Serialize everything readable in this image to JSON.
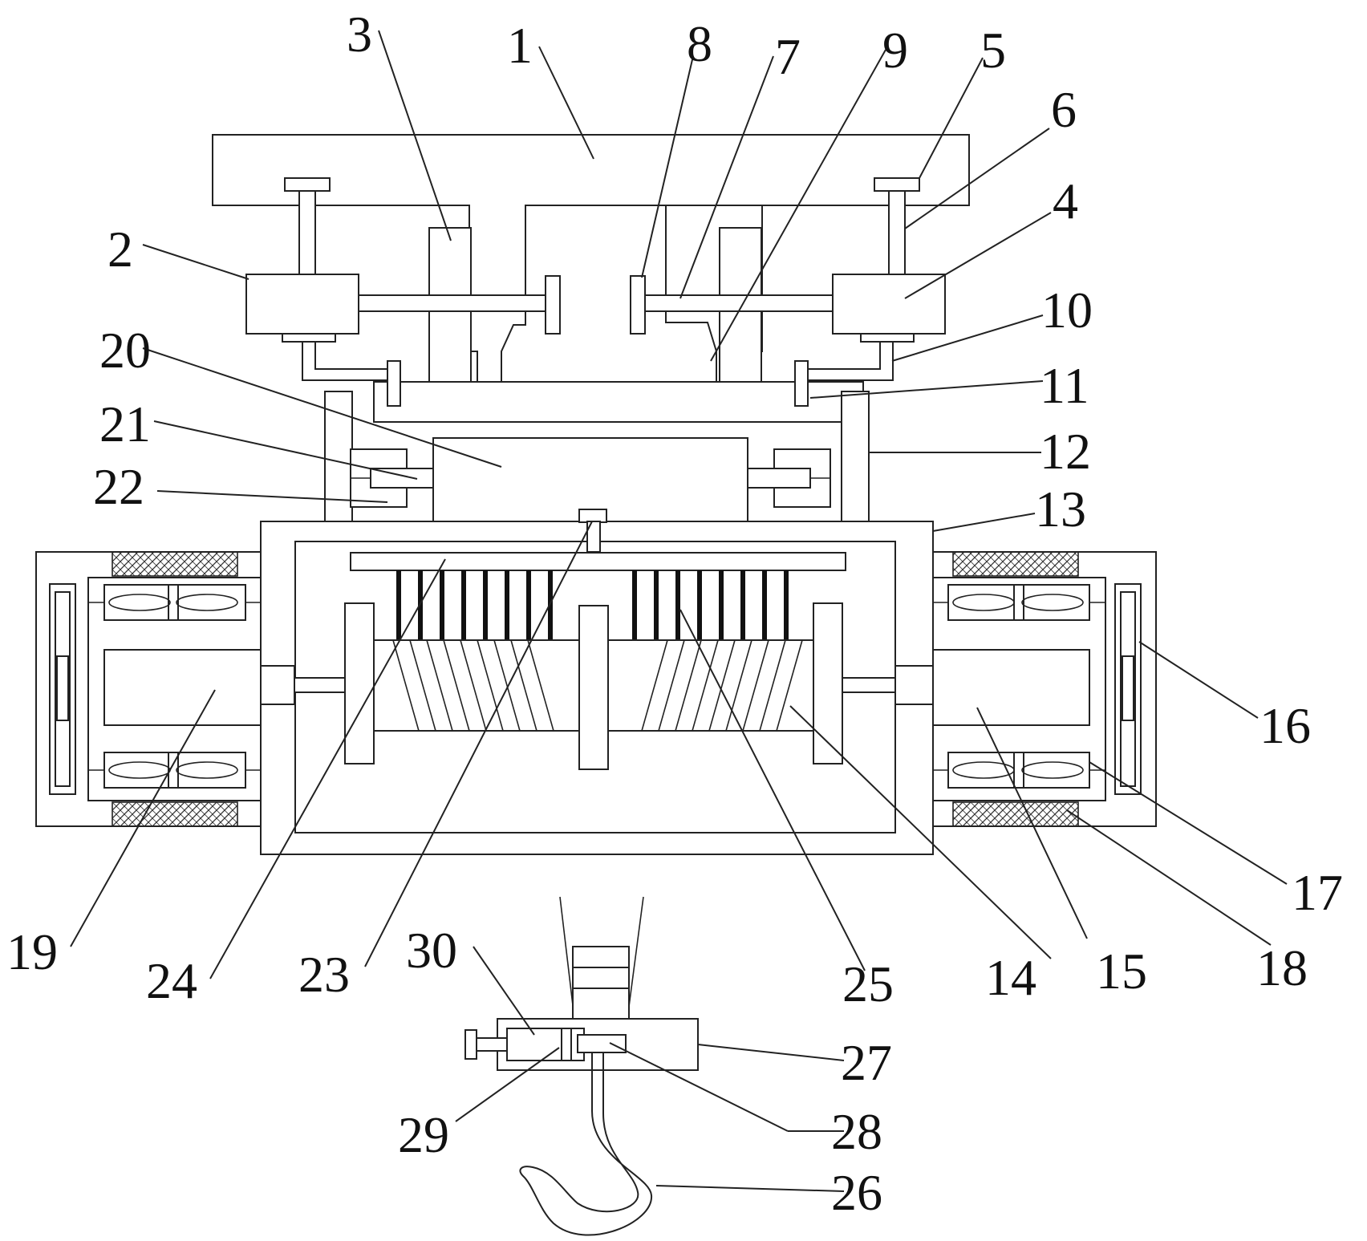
{
  "figure": {
    "labels": [
      "1",
      "2",
      "3",
      "4",
      "5",
      "6",
      "7",
      "8",
      "9",
      "10",
      "11",
      "12",
      "13",
      "14",
      "15",
      "16",
      "17",
      "18",
      "19",
      "20",
      "21",
      "22",
      "23",
      "24",
      "25",
      "26",
      "27",
      "28",
      "29",
      "30"
    ]
  },
  "colors": {
    "line": "#222222",
    "background": "#ffffff",
    "heavy_stroke": "#111111"
  }
}
